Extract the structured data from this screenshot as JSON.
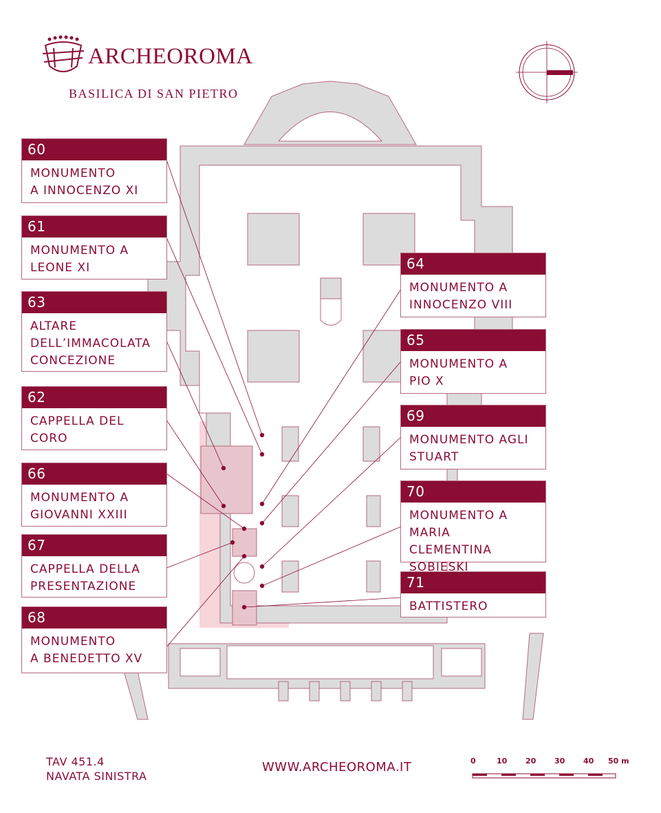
{
  "brand": {
    "name": "ARCHEOROMA",
    "subtitle": "BASILICA DI SAN PIETRO"
  },
  "labels": [
    {
      "num": "60",
      "text": "MONUMENTO\nA INNOCENZO XI"
    },
    {
      "num": "61",
      "text": "MONUMENTO A\nLEONE XI"
    },
    {
      "num": "63",
      "text": "ALTARE\nDELL’IMMACOLATA\nCONCEZIONE"
    },
    {
      "num": "62",
      "text": "CAPPELLA DEL\nCORO"
    },
    {
      "num": "66",
      "text": "MONUMENTO A\nGIOVANNI XXIII"
    },
    {
      "num": "67",
      "text": "CAPPELLA DELLA\nPRESENTAZIONE"
    },
    {
      "num": "68",
      "text": "MONUMENTO\nA BENEDETTO XV"
    },
    {
      "num": "64",
      "text": "MONUMENTO A\nINNOCENZO VIII"
    },
    {
      "num": "65",
      "text": "MONUMENTO A\nPIO X"
    },
    {
      "num": "69",
      "text": "MONUMENTO AGLI\nSTUART"
    },
    {
      "num": "70",
      "text": "MONUMENTO A\nMARIA CLEMENTINA\nSOBIESKI"
    },
    {
      "num": "71",
      "text": "BATTISTERO"
    }
  ],
  "footer": {
    "plate": "TAV 451.4",
    "section": "NAVATA SINISTRA",
    "website": "WWW.ARCHEOROMA.IT"
  },
  "scale": {
    "ticks": [
      "0",
      "10",
      "20",
      "30",
      "40",
      "50 m"
    ]
  },
  "colors": {
    "accent": "#8b0d34",
    "walls": "#dcdcdc",
    "highlight": "#f2c9d0"
  }
}
